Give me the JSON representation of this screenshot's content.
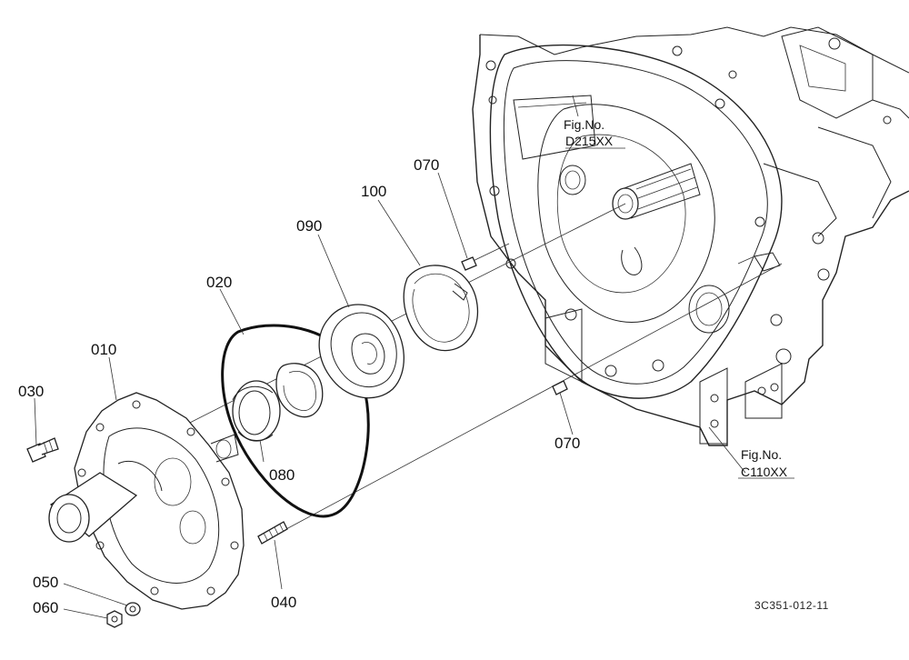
{
  "callouts": {
    "p010": "010",
    "p020": "020",
    "p030": "030",
    "p040": "040",
    "p050": "050",
    "p060": "060",
    "p070_top": "070",
    "p070_bottom": "070",
    "p080": "080",
    "p090": "090",
    "p100": "100"
  },
  "fig_refs": {
    "shaft": {
      "label": "Fig.No.",
      "number": "D215XX"
    },
    "housing": {
      "label": "Fig.No.",
      "number": "C110XX"
    }
  },
  "drawing_code": "3C351-012-11",
  "colors": {
    "line": "#222222",
    "background": "#ffffff"
  }
}
